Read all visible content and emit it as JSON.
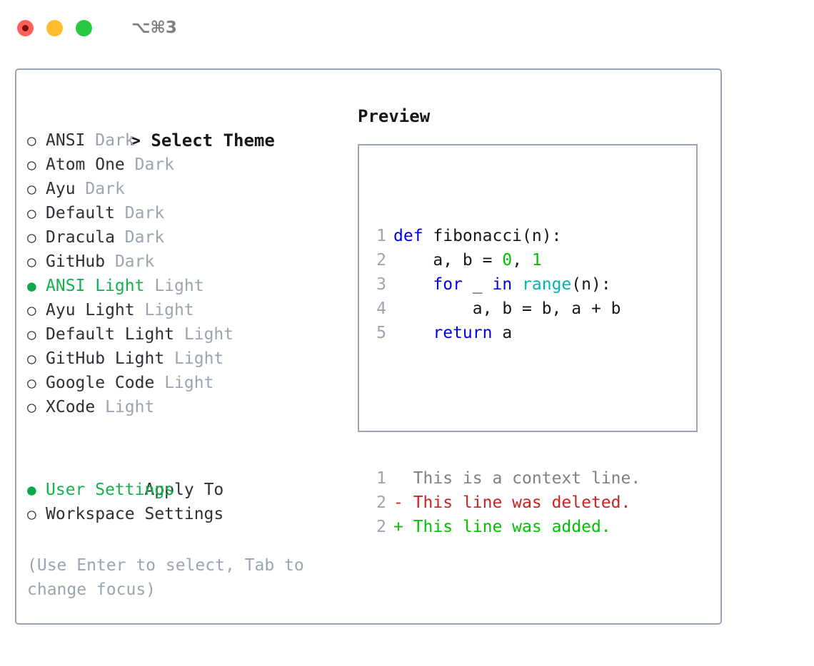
{
  "titlebar": {
    "shortcut": "⌥⌘3",
    "buttons": [
      {
        "name": "close",
        "color": "#ff6059"
      },
      {
        "name": "minimize",
        "color": "#ffbd2e"
      },
      {
        "name": "maximize",
        "color": "#28c840"
      }
    ]
  },
  "colors": {
    "accent_selected": "#13b34b",
    "bullet_selected": "#0aa84a",
    "muted": "#9aa5b1",
    "text": "#2d3036",
    "border": "#9aa5b1",
    "keyword": "#0000e6",
    "number": "#00c000",
    "builtin": "#00b3b3",
    "diff_deleted": "#cc2222",
    "diff_added": "#00c300",
    "context": "#808080"
  },
  "theme_picker": {
    "caret": ">",
    "title": "Select Theme",
    "bullet_selected": "●",
    "bullet_unselected": "○",
    "items": [
      {
        "label": "ANSI",
        "suffix": "Dark",
        "selected": false
      },
      {
        "label": "Atom One",
        "suffix": "Dark",
        "selected": false
      },
      {
        "label": "Ayu",
        "suffix": "Dark",
        "selected": false
      },
      {
        "label": "Default",
        "suffix": "Dark",
        "selected": false
      },
      {
        "label": "Dracula",
        "suffix": "Dark",
        "selected": false
      },
      {
        "label": "GitHub",
        "suffix": "Dark",
        "selected": false
      },
      {
        "label": "ANSI Light",
        "suffix": "Light",
        "selected": true
      },
      {
        "label": "Ayu Light",
        "suffix": "Light",
        "selected": false
      },
      {
        "label": "Default Light",
        "suffix": "Light",
        "selected": false
      },
      {
        "label": "GitHub Light",
        "suffix": "Light",
        "selected": false
      },
      {
        "label": "Google Code",
        "suffix": "Light",
        "selected": false
      },
      {
        "label": "XCode",
        "suffix": "Light",
        "selected": false
      }
    ]
  },
  "apply_to": {
    "title": "Apply To",
    "items": [
      {
        "label": "User Settings",
        "selected": true
      },
      {
        "label": "Workspace Settings",
        "selected": false
      }
    ]
  },
  "hint": "(Use Enter to select, Tab to change focus)",
  "preview": {
    "title": "Preview",
    "code_lines": [
      {
        "no": "1",
        "tokens": [
          {
            "t": "def",
            "c": "kw"
          },
          {
            "t": " fibonacci(n):",
            "c": "plain"
          }
        ]
      },
      {
        "no": "2",
        "tokens": [
          {
            "t": "    a, b = ",
            "c": "plain"
          },
          {
            "t": "0",
            "c": "num"
          },
          {
            "t": ", ",
            "c": "plain"
          },
          {
            "t": "1",
            "c": "num"
          }
        ]
      },
      {
        "no": "3",
        "tokens": [
          {
            "t": "    ",
            "c": "plain"
          },
          {
            "t": "for",
            "c": "kw"
          },
          {
            "t": " _ ",
            "c": "plain"
          },
          {
            "t": "in",
            "c": "kw"
          },
          {
            "t": " ",
            "c": "plain"
          },
          {
            "t": "range",
            "c": "builtin"
          },
          {
            "t": "(n):",
            "c": "plain"
          }
        ]
      },
      {
        "no": "4",
        "tokens": [
          {
            "t": "        a, b = b, a + b",
            "c": "plain"
          }
        ]
      },
      {
        "no": "5",
        "tokens": [
          {
            "t": "    ",
            "c": "plain"
          },
          {
            "t": "return",
            "c": "kw"
          },
          {
            "t": " a",
            "c": "plain"
          }
        ]
      }
    ],
    "diff_lines": [
      {
        "no": "1",
        "marker": "  ",
        "text": "This is a context line.",
        "kind": "ctx"
      },
      {
        "no": "2",
        "marker": "- ",
        "text": "This line was deleted.",
        "kind": "del"
      },
      {
        "no": "2",
        "marker": "+ ",
        "text": "This line was added.",
        "kind": "add"
      }
    ]
  }
}
